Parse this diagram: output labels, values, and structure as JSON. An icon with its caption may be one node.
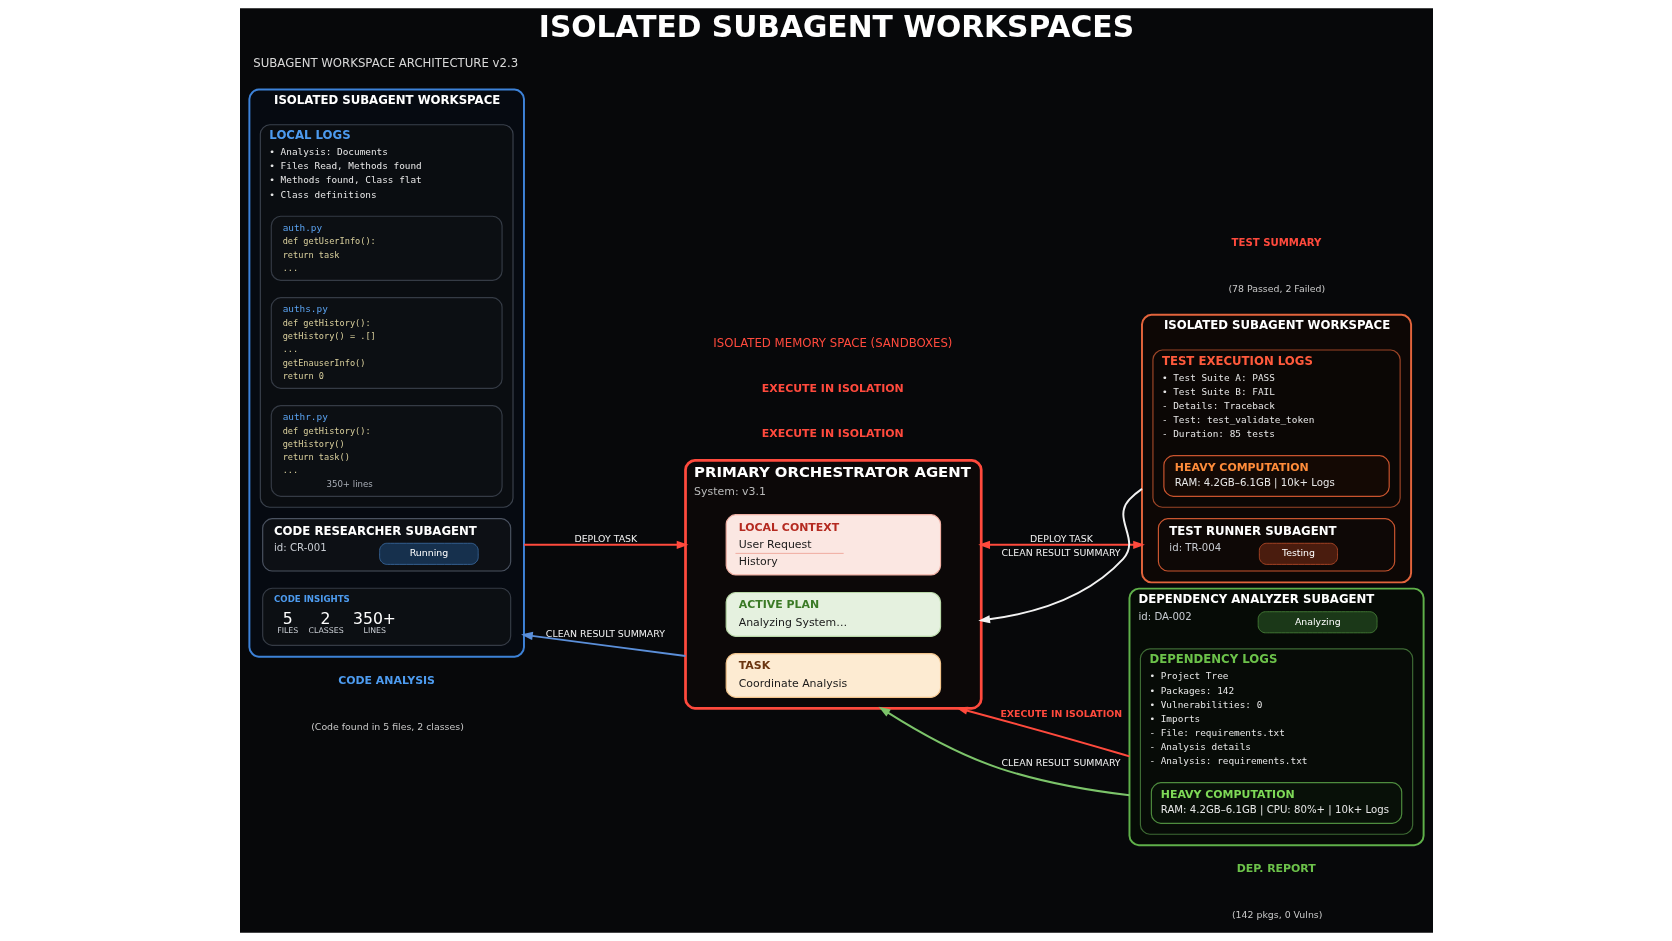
{
  "diagram": {
    "title": "ISOLATED SUBAGENT WORKSPACES",
    "nodes": [
      {
        "text": [
          "ISOLATED SUBAGENT WORKSPACE"
        ]
      },
      {
        "text": [
          "CODE RESEARCHER SUBAGENT",
          "id: CR-001",
          "Running"
        ],
        "in": 0
      },
      {
        "text": [
          "LOCAL LOGS",
          "• Analysis: Documents",
          "• Files Read, Methods found",
          "• Methods found, Class flat",
          "• Class definitions"
        ],
        "in": 0
      },
      {
        "text": [
          "auth.py",
          "def getUserInfo():",
          "return task",
          "..."
        ],
        "in": 2
      },
      {
        "text": [
          "auths.py",
          "def getHistory():",
          "getHistory() = .[]",
          "...",
          "getEnauserInfo()",
          "return 0"
        ],
        "in": 2
      },
      {
        "text": [
          "authr.py",
          "def getHistory():",
          "getHistory()",
          "return task()",
          "...",
          "350+ lines"
        ],
        "in": 2
      },
      {
        "text": [
          "CODE INSIGHTS",
          "5",
          "FILES",
          "2",
          "CLASSES",
          "350+",
          "LINES"
        ],
        "in": 0
      },
      {
        "text": [
          "PRIMARY ORCHESTRATOR AGENT",
          "System: v3.1"
        ]
      },
      {
        "text": [
          "LOCAL CONTEXT",
          "User Request",
          "History"
        ],
        "in": 7
      },
      {
        "text": [
          "ACTIVE PLAN",
          "Analyzing System…"
        ],
        "in": 7
      },
      {
        "text": [
          "TASK",
          "Coordinate Analysis"
        ],
        "in": 7
      },
      {
        "text": [
          "ISOLATED SUBAGENT WORKSPACE"
        ]
      },
      {
        "text": [
          "TEST RUNNER SUBAGENT",
          "id: TR-004",
          "Testing"
        ],
        "in": 11
      },
      {
        "text": [
          "TEST EXECUTION LOGS",
          "• Test Suite A: PASS",
          "• Test Suite B: FAIL",
          "- Details: Traceback",
          "- Test: test_validate_token",
          "- Duration: 85 tests"
        ],
        "in": 11
      },
      {
        "text": [
          "HEAVY COMPUTATION",
          "RAM: 4.2GB–6.1GB | 10k+ Logs"
        ],
        "in": 13
      },
      {
        "text": [
          "DEPENDENCY ANALYZER SUBAGENT",
          "id: DA-002",
          "Analyzing"
        ]
      },
      {
        "text": [
          "DEPENDENCY LOGS",
          "• Project Tree",
          "• Packages: 142",
          "• Vulnerabilities: 0",
          "• Imports",
          "- File: requirements.txt",
          "- Analysis details",
          "- Analysis: requirements.txt"
        ],
        "in": 15
      },
      {
        "text": [
          "HEAVY COMPUTATION",
          "RAM: 4.2GB–6.1GB | CPU: 80%+ | 10k+ Logs"
        ],
        "in": 16
      }
    ],
    "edges": [
      {
        "from": 0,
        "to": 7,
        "arrow": "to",
        "label": "DEPLOY TASK"
      },
      {
        "from": 7,
        "to": 11,
        "arrow": "both",
        "label": "DEPLOY TASK"
      },
      {
        "from": 11,
        "to": 7,
        "arrow": "to",
        "label": "CLEAN RESULT SUMMARY",
        "color": "#f2f2f2"
      },
      {
        "from": 15,
        "to": 7,
        "arrow": "to",
        "label": "EXECUTE IN ISOLATION"
      },
      {
        "from": 7,
        "to": 0,
        "arrow": "to",
        "label": "CLEAN RESULT SUMMARY",
        "color": "#5b8fd9"
      },
      {
        "from": 15,
        "to": 7,
        "arrow": "to",
        "label": "CLEAN RESULT SUMMARY",
        "color": "#7cc46a"
      }
    ],
    "labels": [
      "SUBAGENT WORKSPACE ARCHITECTURE v2.3",
      "ISOLATED MEMORY SPACE (SANDBOXES)",
      "EXECUTE IN ISOLATION",
      "EXECUTE IN ISOLATION",
      "TEST SUMMARY",
      "(78 Passed, 2 Failed)",
      "CODE ANALYSIS",
      "(Code found in 5 files, 2 classes)",
      "DEP. REPORT",
      "(142 pkgs, 0 Vulns)"
    ]
  }
}
